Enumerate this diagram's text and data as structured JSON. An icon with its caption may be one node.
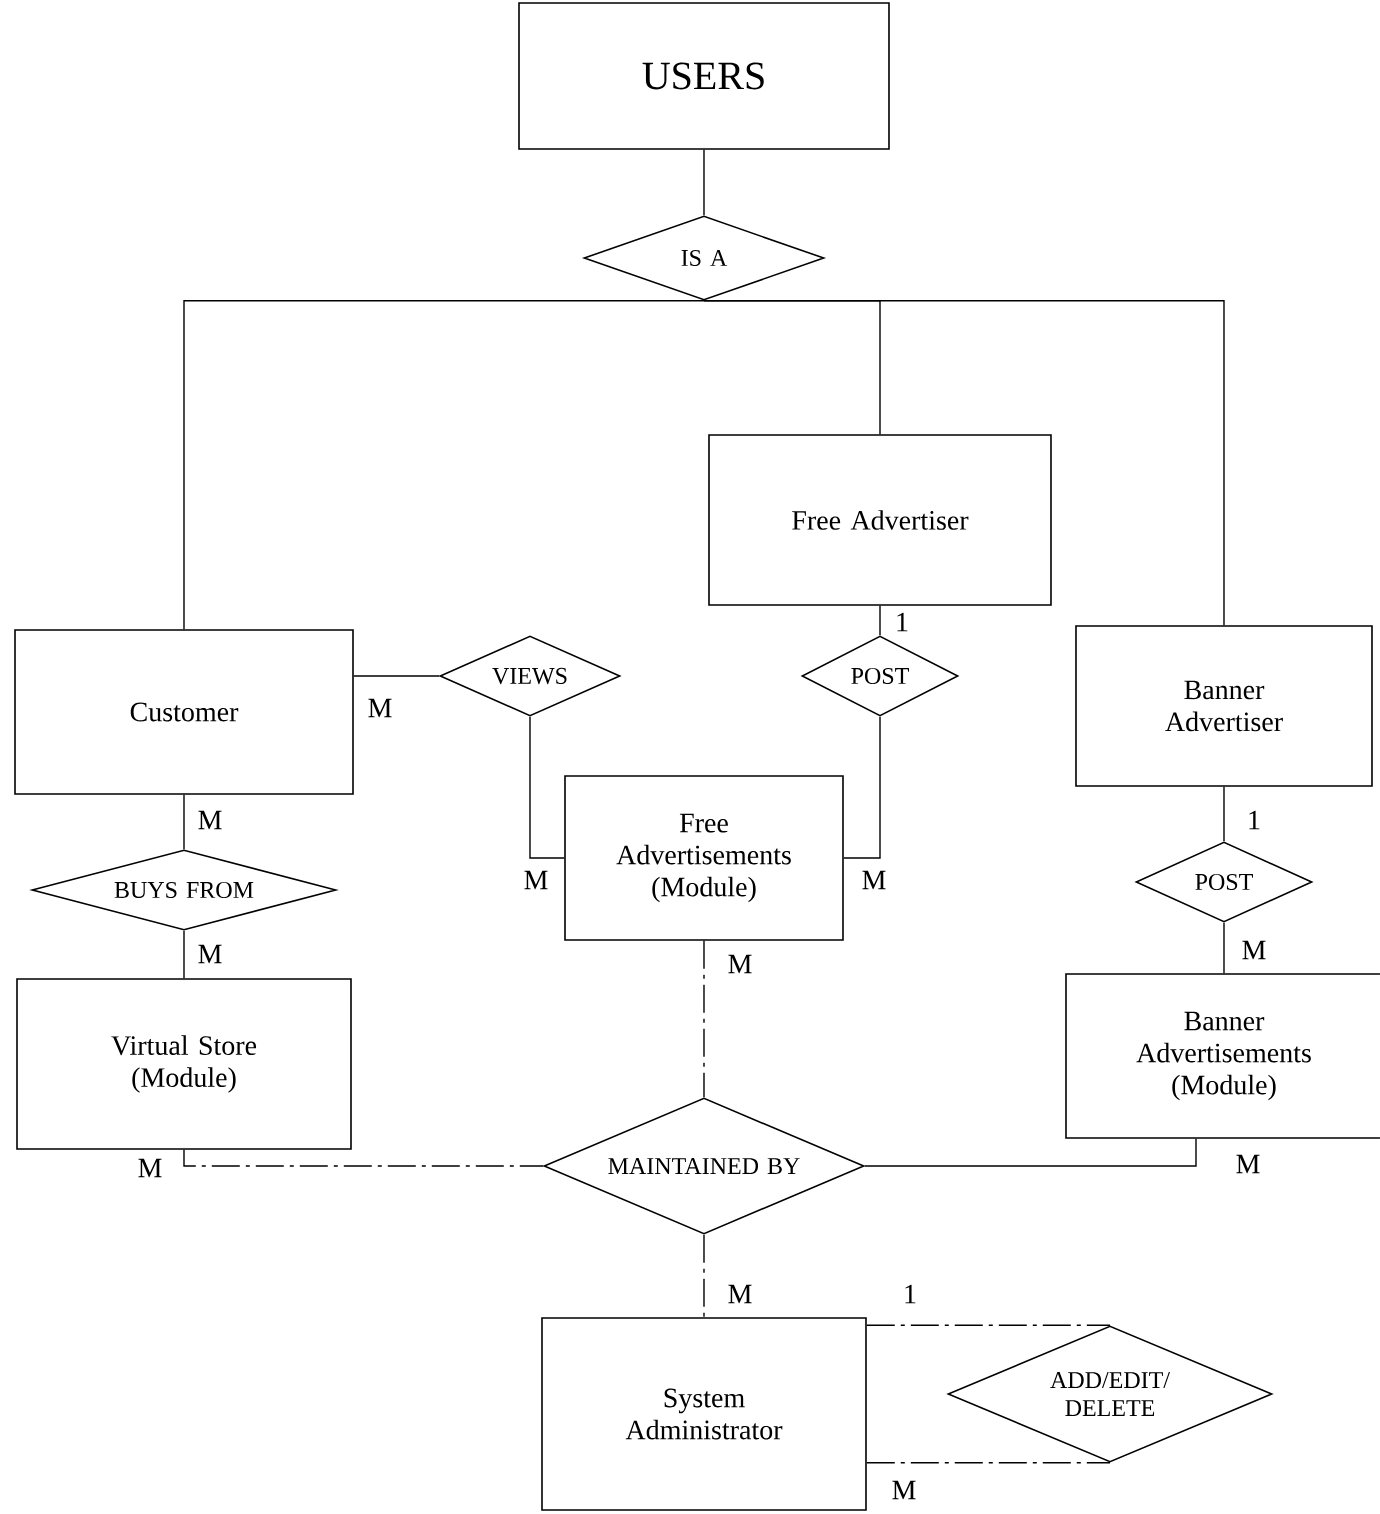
{
  "diagram": {
    "nodes": [
      {
        "text": [
          "USERS"
        ]
      },
      {
        "text": [
          "IS A"
        ]
      },
      {
        "text": [
          "Free Advertiser"
        ]
      },
      {
        "text": [
          "Customer"
        ]
      },
      {
        "text": [
          "VIEWS"
        ]
      },
      {
        "text": [
          "POST"
        ]
      },
      {
        "text": [
          "Banner Advertiser"
        ]
      },
      {
        "text": [
          "Free Advertisements (Module)"
        ]
      },
      {
        "text": [
          "BUYS FROM"
        ]
      },
      {
        "text": [
          "POST"
        ]
      },
      {
        "text": [
          "Virtual Store (Module)"
        ]
      },
      {
        "text": [
          "Banner Advertisements (Module)"
        ]
      },
      {
        "text": [
          "MAINTAINED BY"
        ]
      },
      {
        "text": [
          "System Administrator"
        ]
      },
      {
        "text": [
          "ADD/EDIT/ DELETE"
        ]
      }
    ],
    "edges": [
      {
        "from": 0,
        "to": 1,
        "arrow": "none"
      },
      {
        "from": 1,
        "to": 3,
        "arrow": "none"
      },
      {
        "from": 1,
        "to": 2,
        "arrow": "none"
      },
      {
        "from": 1,
        "to": 6,
        "arrow": "none"
      },
      {
        "from": 3,
        "to": 4,
        "arrow": "none",
        "label": "M"
      },
      {
        "from": 4,
        "to": 7,
        "arrow": "none",
        "label": "M"
      },
      {
        "from": 2,
        "to": 5,
        "arrow": "none",
        "label": "1"
      },
      {
        "from": 5,
        "to": 7,
        "arrow": "none",
        "label": "M"
      },
      {
        "from": 3,
        "to": 8,
        "arrow": "none",
        "label": "M"
      },
      {
        "from": 8,
        "to": 10,
        "arrow": "none",
        "label": "M"
      },
      {
        "from": 6,
        "to": 9,
        "arrow": "none",
        "label": "1"
      },
      {
        "from": 9,
        "to": 11,
        "arrow": "none",
        "label": "M"
      },
      {
        "from": 7,
        "to": 12,
        "arrow": "none",
        "label": "M",
        "style": "dashed"
      },
      {
        "from": 10,
        "to": 12,
        "arrow": "none",
        "label": "M",
        "style": "dashed"
      },
      {
        "from": 11,
        "to": 12,
        "arrow": "none",
        "label": "M"
      },
      {
        "from": 12,
        "to": 13,
        "arrow": "none",
        "label": "M",
        "style": "dashed"
      },
      {
        "from": 13,
        "to": 14,
        "arrow": "none",
        "label": "1",
        "style": "dashed"
      },
      {
        "from": 13,
        "to": 14,
        "arrow": "none",
        "label": "M",
        "style": "dashed"
      }
    ]
  }
}
